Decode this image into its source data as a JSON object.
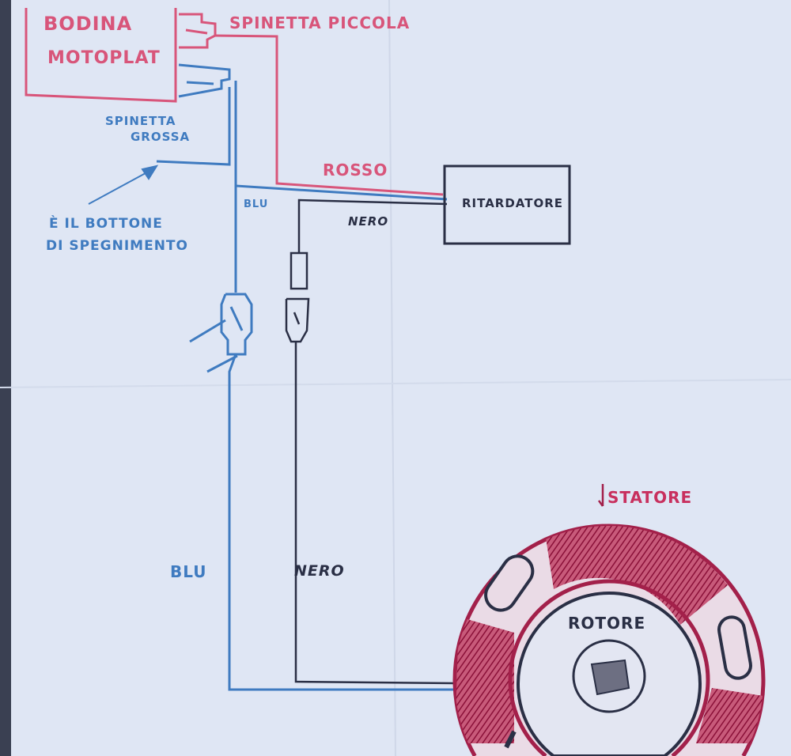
{
  "labels": {
    "coil": [
      "BODINA",
      "MOTOPLAT"
    ],
    "small_plug": "SPINETTA PICCOLA",
    "large_plug": [
      "SPINETTA",
      "GROSSA"
    ],
    "kill_switch_note": [
      "È IL BOTTONE",
      "DI SPEGNIMENTO"
    ],
    "red_wire": "ROSSO",
    "blue_wire_top": "BLU",
    "black_wire_top": "NERO",
    "regulator": "RITARDATORE",
    "blue_wire_bottom": "BLU",
    "black_wire_bottom": "NERO",
    "stator": "STATORE",
    "rotor": "ROTORE"
  },
  "colors": {
    "red": "#d8557a",
    "blue": "#3f7bc0",
    "black": "#2a2f45",
    "stator": "#a3204a",
    "paper": "#dfe6f4"
  }
}
